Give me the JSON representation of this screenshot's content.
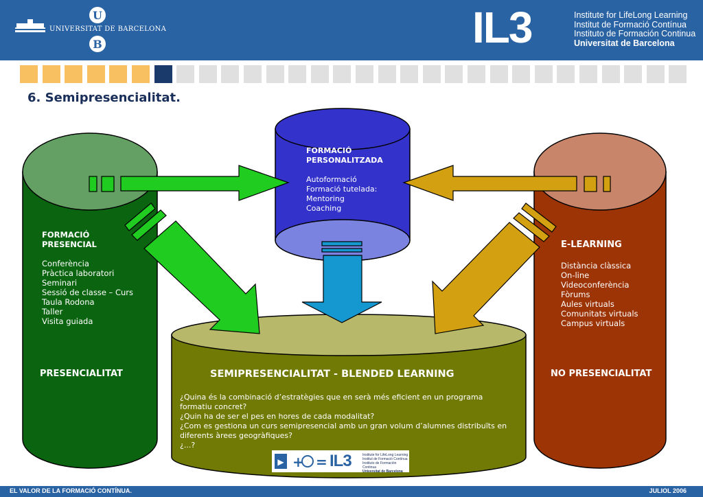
{
  "header": {
    "ub_name": "UNIVERSITAT DE BARCELONA",
    "il3_logo": "IL3",
    "il3_lines": [
      "Institute for LifeLong Learning",
      "Institut de Formació Contínua",
      "Instituto de Formación Continua",
      "Universitat de Barcelona"
    ]
  },
  "title": "6. Semipresencialitat.",
  "left_cylinder": {
    "heading": [
      "FORMACIÓ",
      "PRESENCIAL"
    ],
    "items": [
      "Conferència",
      "Pràctica laboratori",
      "Seminari",
      "Sessió de classe – Curs",
      "Taula Rodona",
      "Taller",
      "Visita guiada"
    ],
    "label": "PRESENCIALITAT"
  },
  "top_cylinder": {
    "heading": [
      "FORMACIÓ",
      "PERSONALITZADA"
    ],
    "items": [
      "Autoformació",
      "Formació tutelada:",
      "Mentoring",
      "Coaching"
    ]
  },
  "right_cylinder": {
    "heading": "E-LEARNING",
    "items": [
      "Distància clàssica",
      "On-line",
      "Videoconferència",
      "Fòrums",
      "Aules virtuals",
      "Comunitats virtuals",
      "Campus virtuals"
    ],
    "label": "NO PRESENCIALITAT"
  },
  "center_cylinder": {
    "heading": "SEMIPRESENCIALITAT - BLENDED LEARNING",
    "questions": [
      "¿Quina és la combinació d’estratègies que en serà més eficient en un programa formatiu concret?",
      "¿Quin ha de ser el pes en hores de cada modalitat?",
      "¿Com es gestiona un curs semipresencial amb un gran volum d’alumnes distribuïts en diferents àrees geogràfiques?",
      "¿...?"
    ],
    "logo_text": "IL3",
    "logo_small": [
      "Institute for LifeLong Learning",
      "Institut de Formació Contínua",
      "Instituto de Formación Continua",
      "Universitat de Barcelona"
    ]
  },
  "footer": {
    "left": "EL VALOR DE LA FORMACIÓ CONTÍNUA.",
    "right": "JULIOL  2006"
  },
  "colors": {
    "header_blue": "#2a63a4",
    "green_body": "#0b6410",
    "green_top": "#64a063",
    "blue_body": "#3333cc",
    "blue_top": "#7b83e0",
    "red_body": "#9c3406",
    "red_top": "#c8856a",
    "olive_body": "#707a04",
    "olive_top": "#b8b86a",
    "arrow_green": "#1fcc1f",
    "arrow_gold": "#d3a012",
    "arrow_cyan": "#1597cf"
  }
}
